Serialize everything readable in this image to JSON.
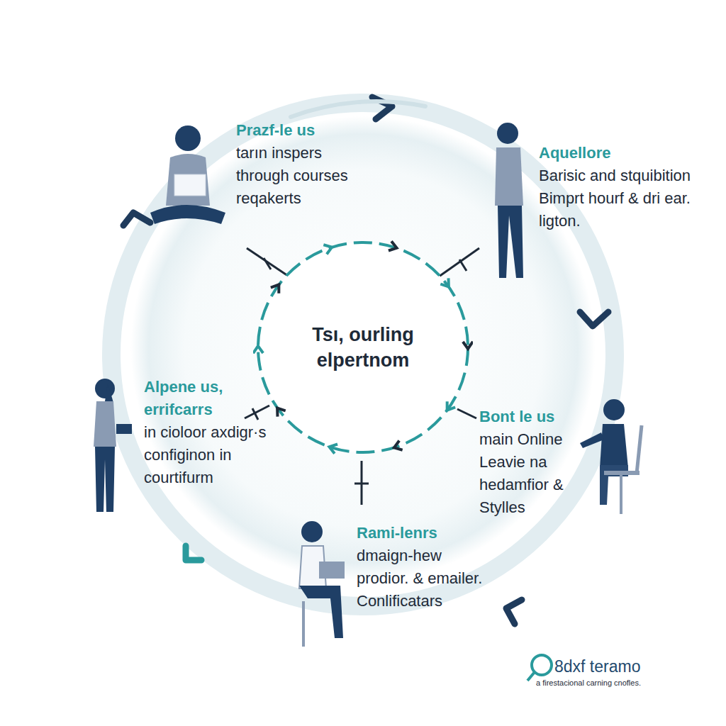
{
  "diagram": {
    "nodes": [
      {
        "text": [
          "Tsı, ourling elpertnom"
        ]
      }
    ],
    "labels": [
      "Prazf-le us",
      "tarın inspers through courses reqakerts",
      "Aquellore",
      "Barisic and stquibition Bimprt hourf & dri ear. ligton.",
      "Bont le us",
      "main Online Leavie na hedamfior & Stylles",
      "Rami-lenrs",
      "dmaign-hew prodior. & emailer. Conlificatars",
      "Alpene us, errifcarrs",
      "in cioloor axdigr·s configinon in courtifurm",
      "8dxf teramo",
      "a firestacional carning cnofles."
    ]
  }
}
